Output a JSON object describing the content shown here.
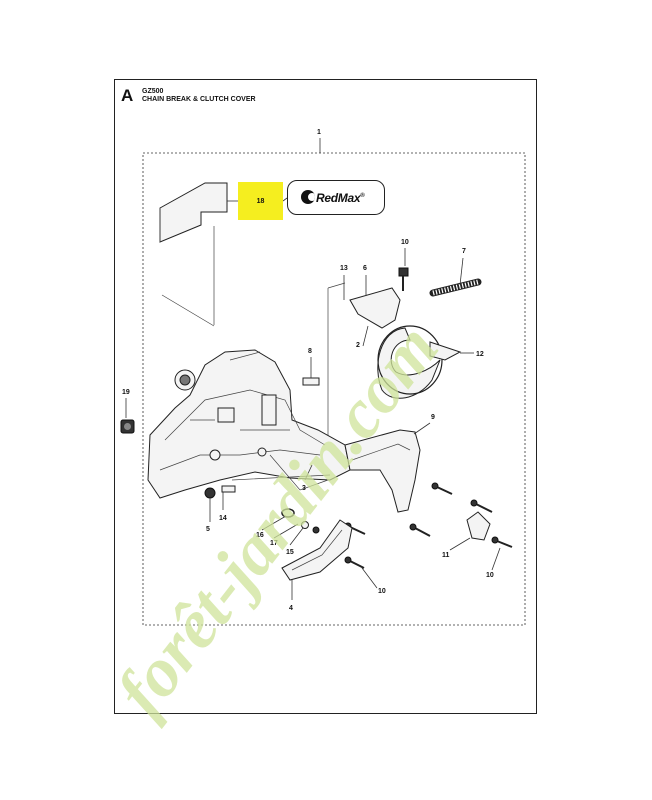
{
  "header": {
    "section_letter": "A",
    "model": "GZ500",
    "title": "CHAIN BREAK & CLUTCH COVER"
  },
  "highlight": {
    "part_number": "18",
    "color": "#f5ee1f"
  },
  "logo": {
    "text": "RedMax",
    "trademark": "®"
  },
  "callouts": {
    "c1": "1",
    "c2": "2",
    "c3": "3",
    "c4": "4",
    "c5": "5",
    "c6": "6",
    "c7": "7",
    "c8": "8",
    "c9": "9",
    "c10a": "10",
    "c10b": "10",
    "c10c": "10",
    "c11": "11",
    "c12": "12",
    "c13": "13",
    "c14": "14",
    "c15": "15",
    "c16": "16",
    "c17": "17",
    "c19": "19"
  },
  "watermark": {
    "text": "forêt-jardin.com",
    "color": "#cfe49a"
  }
}
